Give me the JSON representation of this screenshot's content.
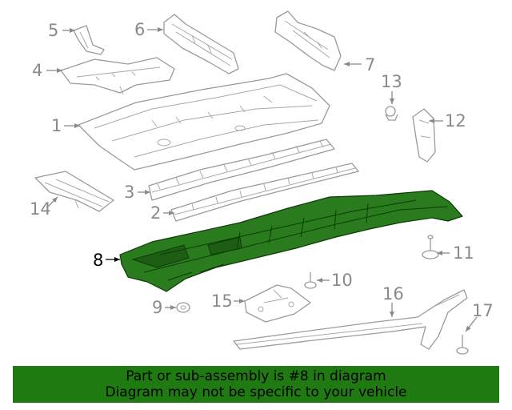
{
  "callouts": {
    "c1": "1",
    "c2": "2",
    "c3": "3",
    "c4": "4",
    "c5": "5",
    "c6": "6",
    "c7": "7",
    "c8": "8",
    "c9": "9",
    "c10": "10",
    "c11": "11",
    "c12": "12",
    "c13": "13",
    "c14": "14",
    "c15": "15",
    "c16": "16",
    "c17": "17"
  },
  "highlighted_part": "8",
  "colors": {
    "highlight": "#2a7a1e",
    "banner": "#1f7a12",
    "outline": "#9a9a9a"
  },
  "banner": {
    "line1": "Part or sub-assembly is #8 in diagram",
    "line2": "Diagram may not be specific to your vehicle"
  }
}
